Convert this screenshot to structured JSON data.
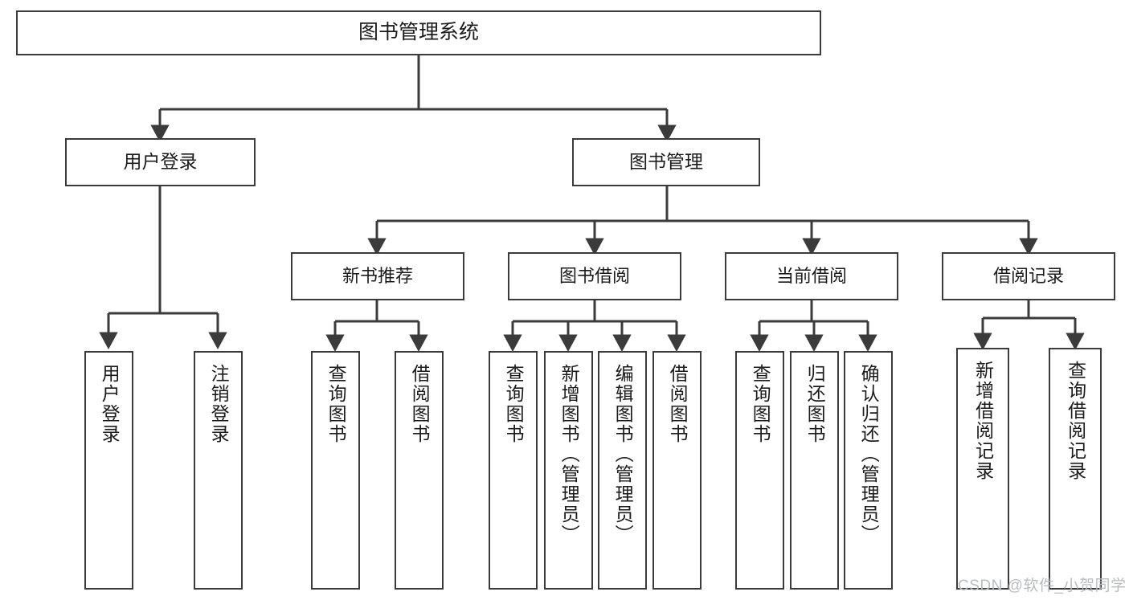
{
  "diagram": {
    "type": "tree",
    "title": "图书管理系统",
    "colors": {
      "box_border": "#3b3b3b",
      "box_fill": "#ffffff",
      "line": "#3b3b3b",
      "text": "#1b1b1b",
      "watermark": "#b9bcc0"
    },
    "root": {
      "label": "图书管理系统"
    },
    "level2": [
      {
        "label": "用户登录"
      },
      {
        "label": "图书管理"
      }
    ],
    "level3": [
      {
        "label": "新书推荐"
      },
      {
        "label": "图书借阅"
      },
      {
        "label": "当前借阅"
      },
      {
        "label": "借阅记录"
      }
    ],
    "leaves": {
      "user_login": [
        {
          "label": "用户登录"
        },
        {
          "label": "注销登录"
        }
      ],
      "new_book_recommend": [
        {
          "label": "查询图书"
        },
        {
          "label": "借阅图书"
        }
      ],
      "book_borrow": [
        {
          "label": "查询图书"
        },
        {
          "label": "新增图书（管理员）"
        },
        {
          "label": "编辑图书（管理员）"
        },
        {
          "label": "借阅图书"
        }
      ],
      "current_borrow": [
        {
          "label": "查询图书"
        },
        {
          "label": "归还图书"
        },
        {
          "label": "确认归还（管理员）"
        }
      ],
      "borrow_record": [
        {
          "label": "新增借阅记录"
        },
        {
          "label": "查询借阅记录"
        }
      ]
    },
    "watermark": "CSDN @软件_小贺同学"
  }
}
